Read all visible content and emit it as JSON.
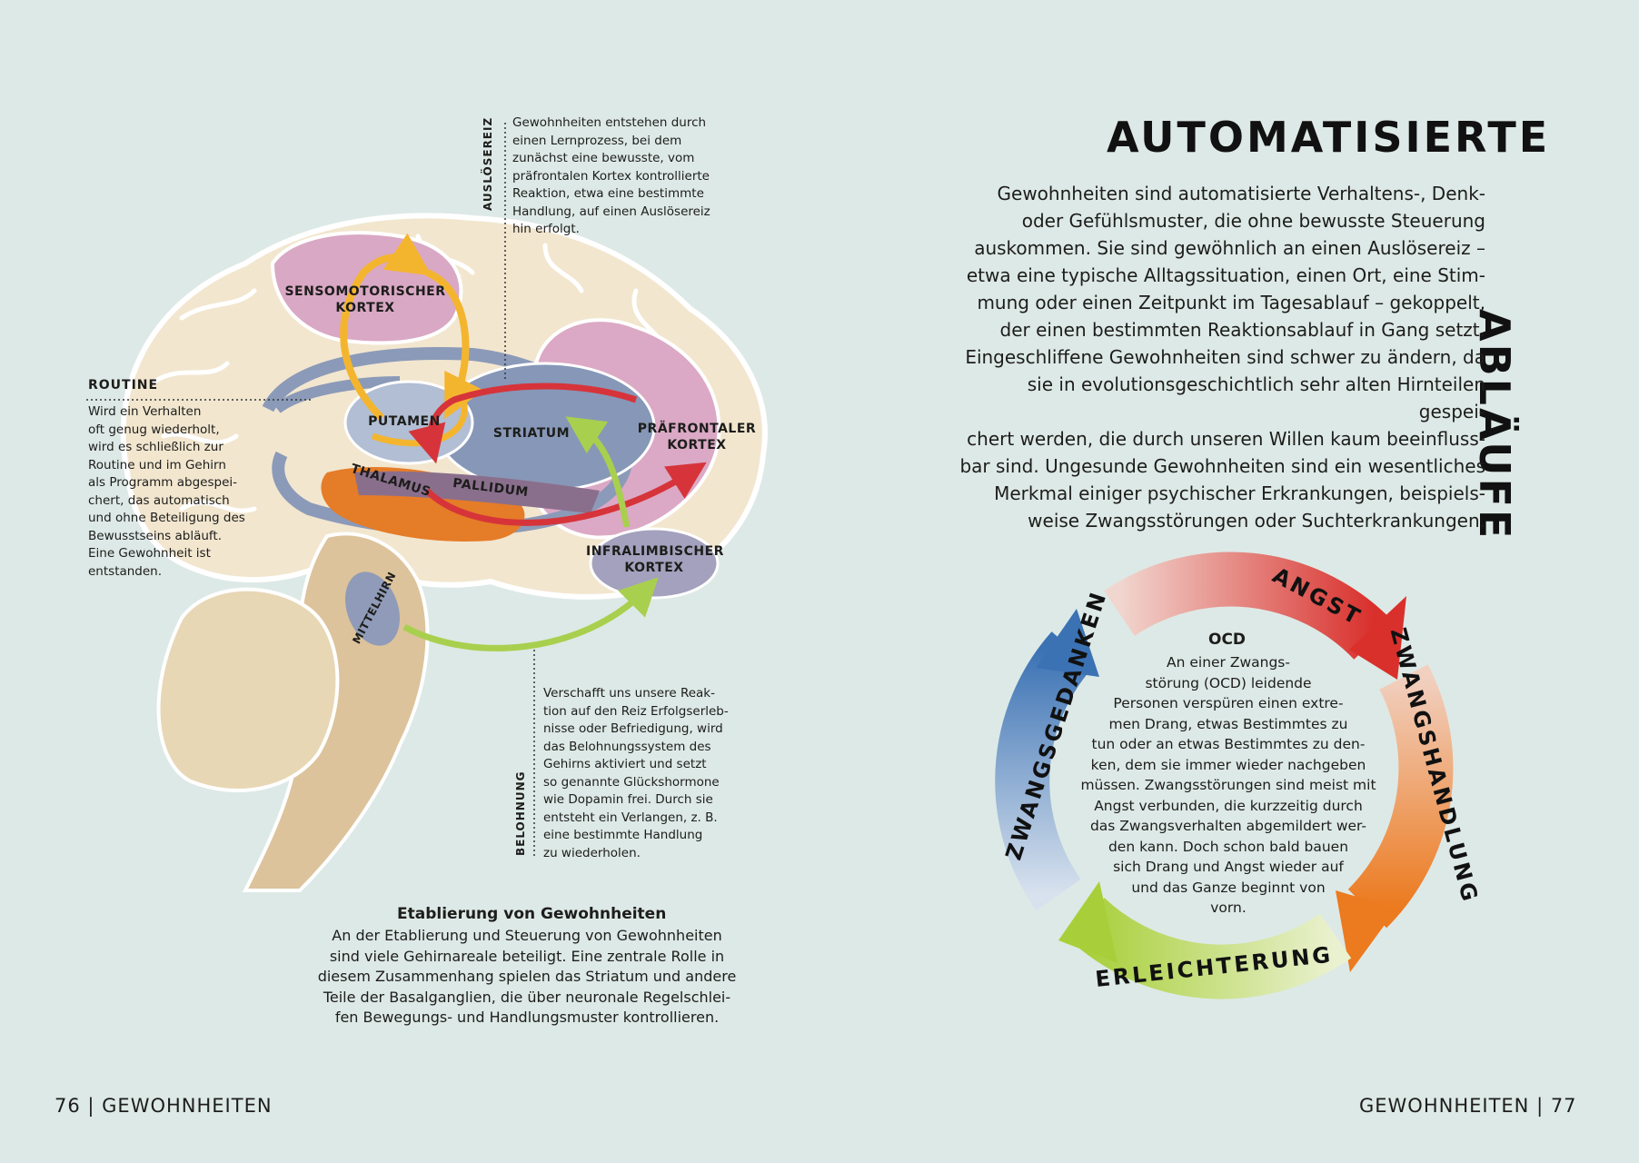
{
  "left_page": {
    "regions": {
      "sensomotor": "SENSOMOTORISCHER\nKORTEX",
      "putamen": "PUTAMEN",
      "striatum": "STRIATUM",
      "praefrontal": "PRÄFRONTALER\nKORTEX",
      "thalamus": "THALAMUS",
      "pallidum": "PALLIDUM",
      "infralimbisch": "INFRALIMBISCHER\nKORTEX",
      "mittelhirn": "MITTELHIRN"
    },
    "routine": {
      "heading": "ROUTINE",
      "text": "Wird ein Verhalten\noft genug wiederholt,\nwird es schließlich zur\nRoutine und im Gehirn\nals Programm abgespei-\nchert, das automatisch\nund ohne Beteiligung des\nBewusstseins abläuft.\nEine Gewohnheit ist\nentstanden."
    },
    "ausloesereiz": {
      "label": "AUSLÖSEREIZ",
      "text": "Gewohnheiten entstehen durch\neinen Lernprozess, bei dem\nzunächst eine bewusste, vom\npräfrontalen Kortex kontrollierte\nReaktion, etwa eine bestimmte\nHandlung, auf einen Auslösereiz\nhin erfolgt."
    },
    "belohnung": {
      "label": "BELOHNUNG",
      "text": "Verschafft uns unsere Reak-\ntion auf den Reiz Erfolgserleb-\nnisse oder Befriedigung, wird\ndas Belohnungssystem des\nGehirns aktiviert und setzt\nso genannte Glückshormone\nwie Dopamin frei. Durch sie\nentsteht ein Verlangen, z. B.\neine bestimmte Handlung\nzu wiederholen."
    },
    "caption": {
      "title": "Etablierung von Gewohnheiten",
      "text": "An der Etablierung und Steuerung von Gewohnheiten\nsind viele Gehirnareale beteiligt. Eine zentrale Rolle in\ndiesem Zusammenhang spielen das Striatum und andere\nTeile der Basalganglien, die über neuronale Regelschlei-\nfen Bewegungs- und Handlungsmuster kontrollieren."
    },
    "folio": "76 | GEWOHNHEITEN"
  },
  "right_page": {
    "title": "AUTOMATISIERTE",
    "title_vertical": "ABLÄUFE",
    "body": "Gewohnheiten sind automatisierte Verhaltens-, Denk-\noder Gefühlsmuster, die ohne bewusste Steuerung\nauskommen. Sie sind gewöhnlich an einen Auslösereiz –\netwa eine typische Alltagssituation, einen Ort, eine Stim-\nmung oder einen Zeitpunkt im Tagesablauf – gekoppelt,\nder einen bestimmten Reaktionsablauf in Gang setzt.\nEingeschliffene Gewohnheiten sind schwer zu ändern, da\nsie in evolutionsgeschichtlich sehr alten Hirnteilen gespei-\nchert werden, die durch unseren Willen kaum beeinfluss-\nbar sind. Ungesunde Gewohnheiten sind ein wesentliches\nMerkmal einiger psychischer Erkrankungen, beispiels-\nweise Zwangsstörungen oder Suchterkrankungen.",
    "cycle": {
      "stages": [
        "ANGST",
        "ZWANGSHANDLUNG",
        "ERLEICHTERUNG",
        "ZWANGSGEDANKEN"
      ],
      "colors": {
        "angst": "#d9302c",
        "handlung": "#ec7a1f",
        "erleichterung": "#a8cf3a",
        "gedanken": "#3b72b4"
      },
      "center_title": "OCD",
      "center_text": "An einer Zwangs-\nstörung (OCD) leidende\nPersonen verspüren einen extre-\nmen Drang, etwas Bestimmtes zu\ntun oder an etwas Bestimmtes zu den-\nken, dem sie immer wieder nachgeben\nmüssen. Zwangsstörungen sind meist mit\nAngst verbunden, die kurzzeitig durch\ndas Zwangsverhalten abgemildert wer-\nden kann. Doch schon bald bauen\nsich Drang und Angst wieder auf\nund das Ganze beginnt von\nvorn."
    },
    "folio": "GEWOHNHEITEN | 77"
  }
}
